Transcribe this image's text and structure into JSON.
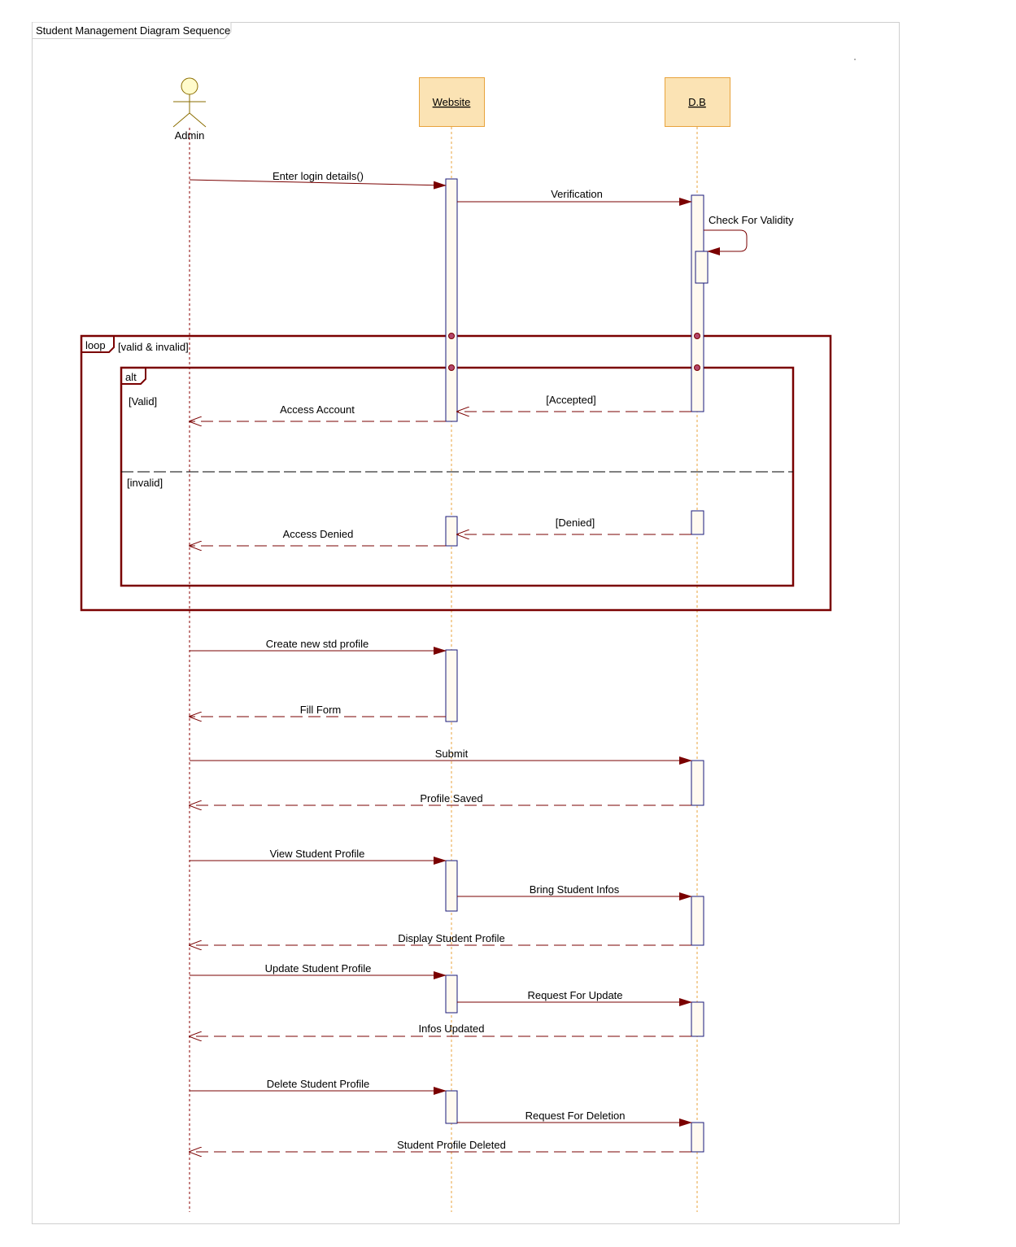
{
  "title": "Student Management Diagram Sequence",
  "colors": {
    "message": "#7a0000",
    "fragment": "#7a0000",
    "lifeline_actor": "#8b0000",
    "lifeline_object": "#e8a33c",
    "object_fill": "#fbe3b4",
    "object_border": "#e8a33c",
    "activation_fill": "#fffaf0",
    "activation_border": "#1a1a7a",
    "actor_head": "#fffbcc"
  },
  "participants": [
    {
      "id": "admin",
      "label": "Admin",
      "kind": "actor"
    },
    {
      "id": "website",
      "label": "Website",
      "kind": "object"
    },
    {
      "id": "db",
      "label": "D.B",
      "kind": "object"
    }
  ],
  "fragments": {
    "loop": {
      "operator": "loop",
      "guard": "[valid & invalid]"
    },
    "alt": {
      "operator": "alt",
      "guard_valid": "[Valid]",
      "guard_invalid": "[invalid]"
    }
  },
  "messages": [
    {
      "label": "Enter login details()",
      "from": "admin",
      "to": "website",
      "kind": "sync"
    },
    {
      "label": "Verification",
      "from": "website",
      "to": "db",
      "kind": "sync"
    },
    {
      "label": "Check For Validity",
      "from": "db",
      "to": "db",
      "kind": "self"
    },
    {
      "label": "[Accepted]",
      "from": "db",
      "to": "website",
      "kind": "return"
    },
    {
      "label": "Access Account",
      "from": "website",
      "to": "admin",
      "kind": "return"
    },
    {
      "label": "[Denied]",
      "from": "db",
      "to": "website",
      "kind": "return"
    },
    {
      "label": "Access Denied",
      "from": "website",
      "to": "admin",
      "kind": "return"
    },
    {
      "label": "Create new std profile",
      "from": "admin",
      "to": "website",
      "kind": "sync"
    },
    {
      "label": "Fill Form",
      "from": "website",
      "to": "admin",
      "kind": "return"
    },
    {
      "label": "Submit",
      "from": "admin",
      "to": "db",
      "kind": "sync"
    },
    {
      "label": "Profile Saved",
      "from": "db",
      "to": "admin",
      "kind": "return"
    },
    {
      "label": "View Student Profile",
      "from": "admin",
      "to": "website",
      "kind": "sync"
    },
    {
      "label": "Bring Student Infos",
      "from": "website",
      "to": "db",
      "kind": "sync"
    },
    {
      "label": "Display Student Profile",
      "from": "db",
      "to": "admin",
      "kind": "return"
    },
    {
      "label": "Update Student Profile",
      "from": "admin",
      "to": "website",
      "kind": "sync"
    },
    {
      "label": "Request For Update",
      "from": "website",
      "to": "db",
      "kind": "sync"
    },
    {
      "label": "Infos Updated",
      "from": "db",
      "to": "admin",
      "kind": "return"
    },
    {
      "label": "Delete Student Profile",
      "from": "admin",
      "to": "website",
      "kind": "sync"
    },
    {
      "label": "Request For Deletion",
      "from": "website",
      "to": "db",
      "kind": "sync"
    },
    {
      "label": "Student Profile Deleted",
      "from": "db",
      "to": "admin",
      "kind": "return"
    }
  ]
}
